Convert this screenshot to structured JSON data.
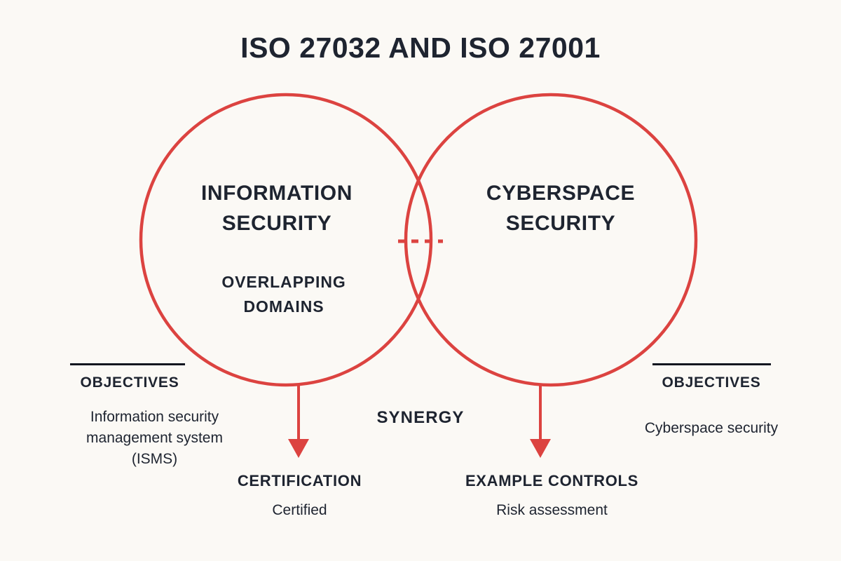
{
  "title": "ISO 27032 AND ISO 27001",
  "colors": {
    "background": "#FBF9F5",
    "circle_stroke": "#DC4340",
    "text": "#1E2430",
    "rule": "#12161F",
    "arrow": "#DC4340"
  },
  "venn": {
    "left_circle": {
      "heading": "INFORMATION\nSECURITY",
      "sub_label": "OVERLAPPING\nDOMAINS"
    },
    "right_circle": {
      "heading": "CYBERSPACE\nSECURITY"
    },
    "overlap": {
      "marker": "dashed-line",
      "dash_count": 4
    },
    "center_label": "SYNERGY"
  },
  "left_objectives": {
    "heading": "OBJECTIVES",
    "body": "Information security\nmanagement system\n(ISMS)"
  },
  "right_objectives": {
    "heading": "OBJECTIVES",
    "body": "Cyberspace security"
  },
  "outcomes": [
    {
      "heading": "CERTIFICATION",
      "body": "Certified"
    },
    {
      "heading": "EXAMPLE CONTROLS",
      "body": "Risk assessment"
    }
  ]
}
